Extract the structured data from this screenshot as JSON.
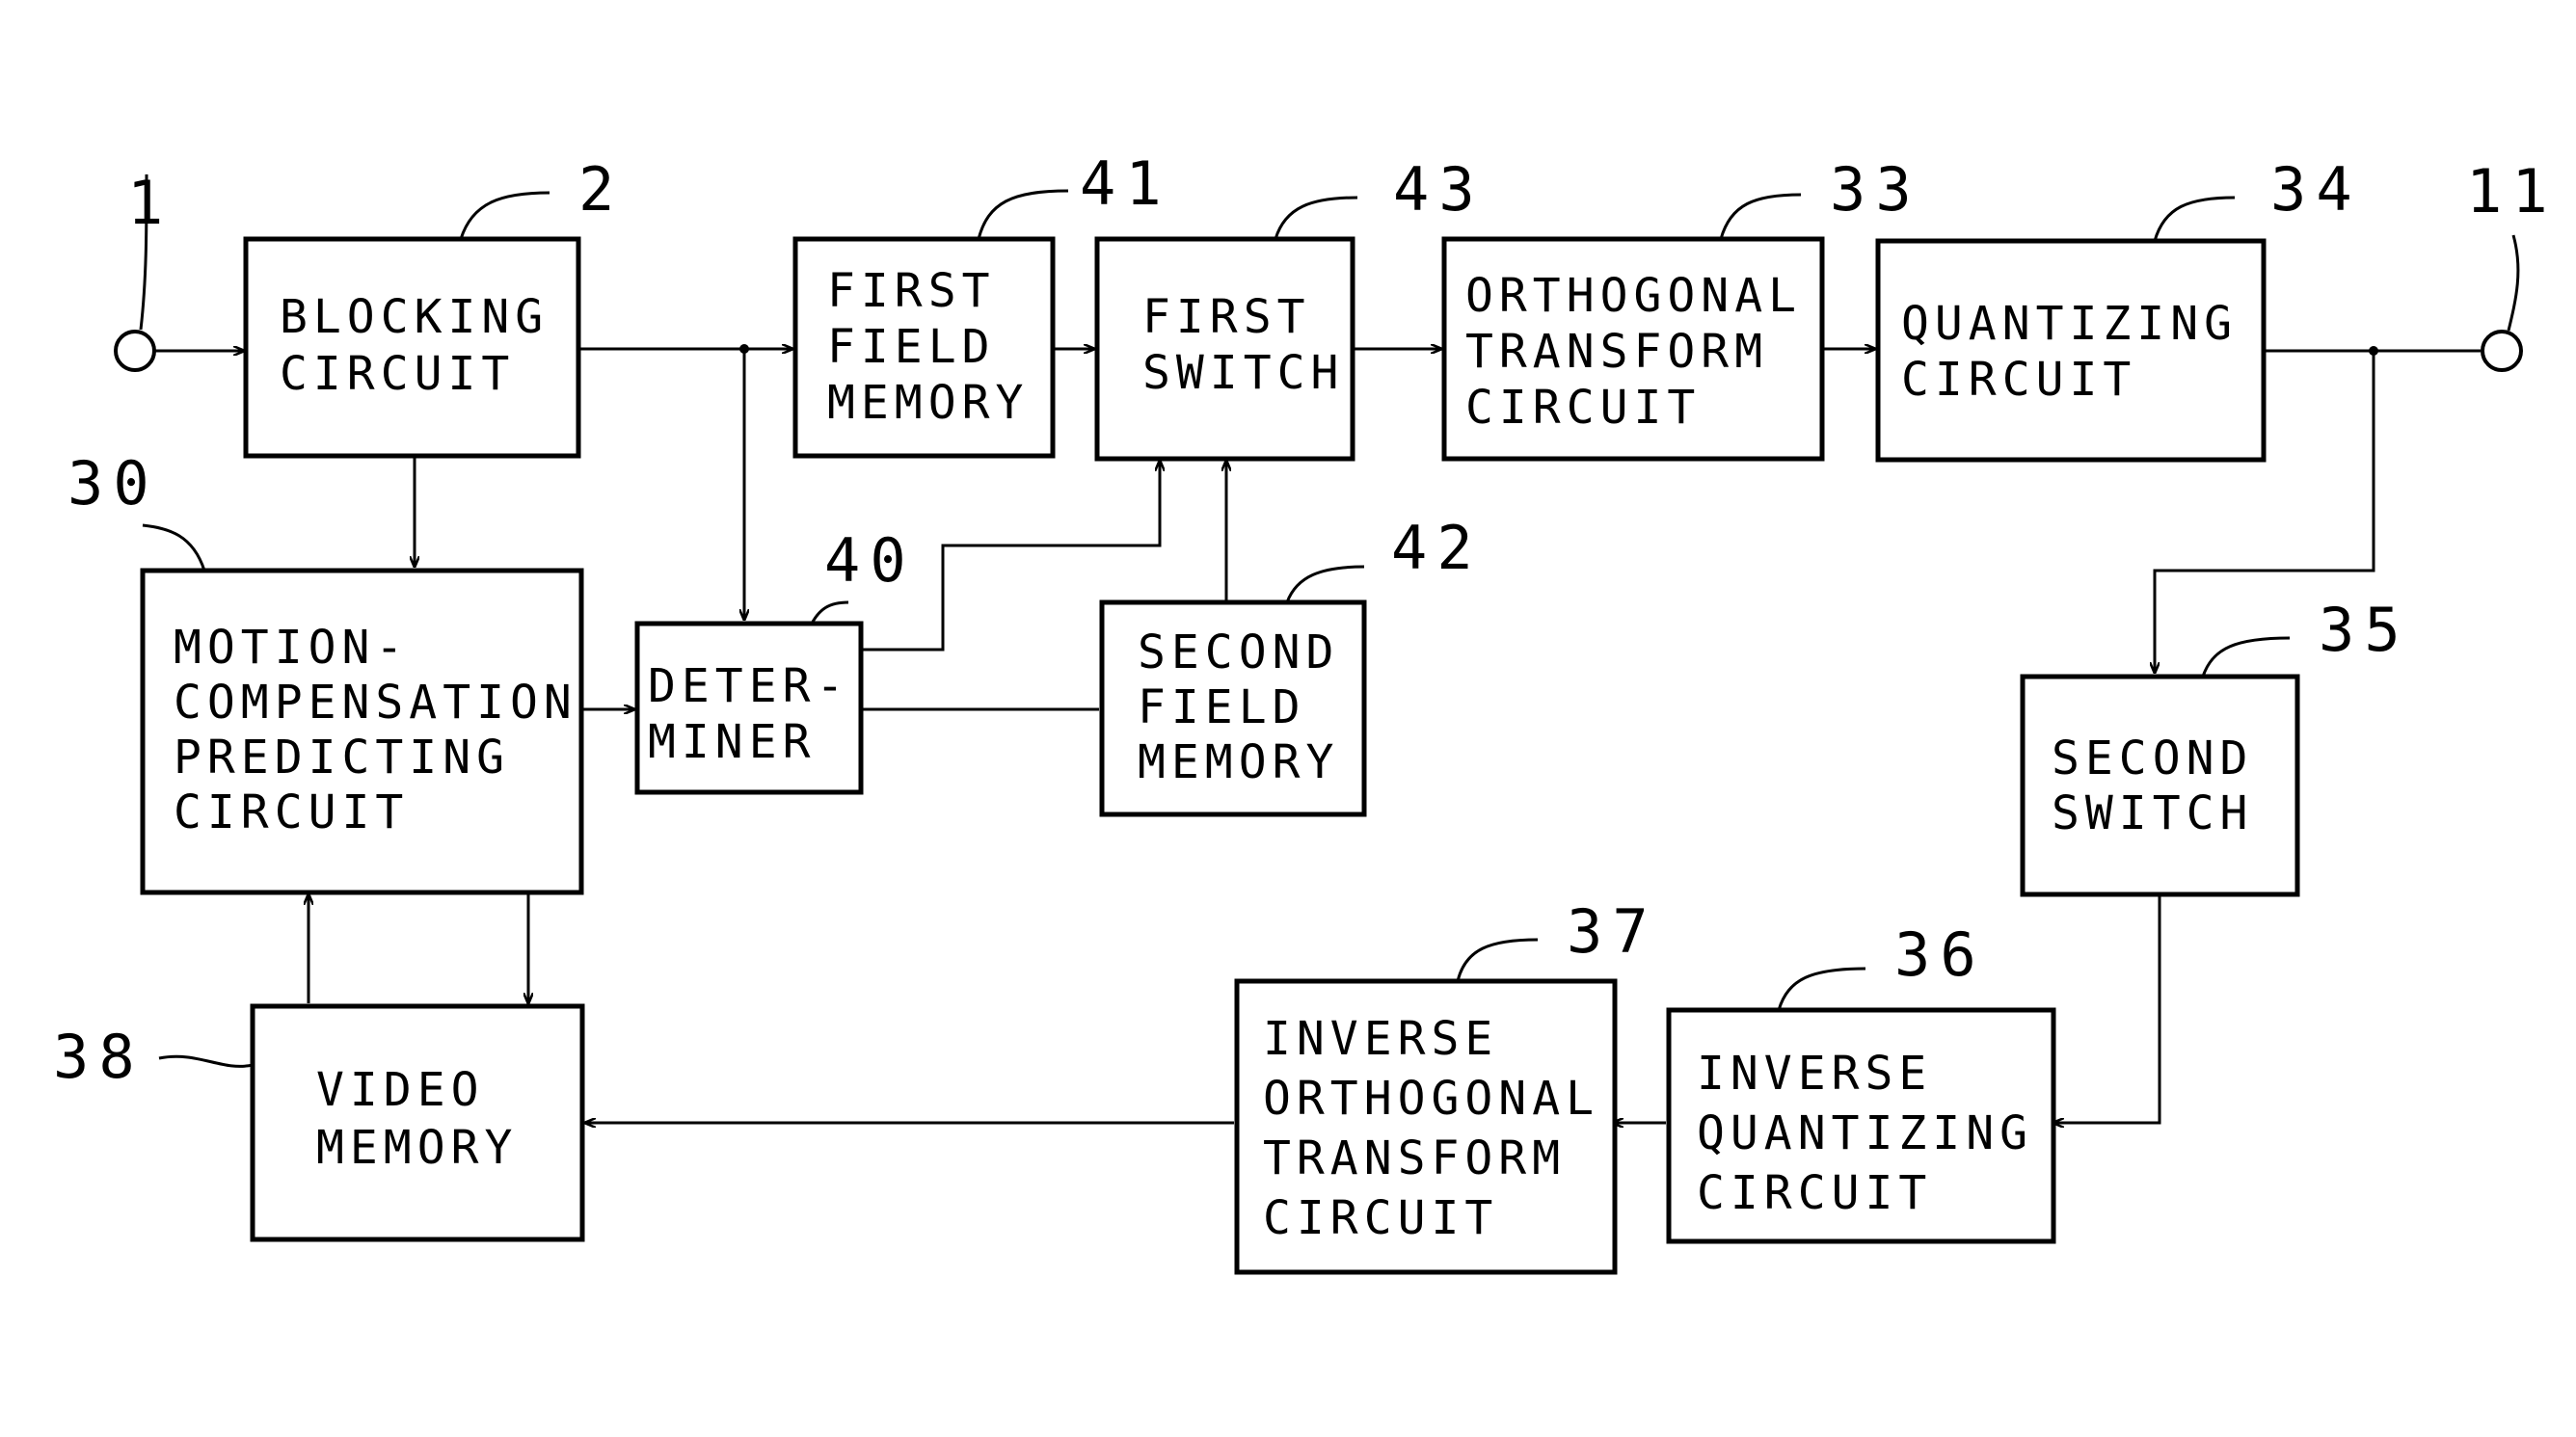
{
  "terminals": {
    "input": "1",
    "output": "11"
  },
  "blocks": {
    "blocking": {
      "ref": "2",
      "lines": [
        "BLOCKING",
        "CIRCUIT"
      ]
    },
    "first_field_memory": {
      "ref": "41",
      "lines": [
        "FIRST",
        "FIELD",
        "MEMORY"
      ]
    },
    "first_switch": {
      "ref": "43",
      "lines": [
        "FIRST",
        "SWITCH"
      ]
    },
    "orthogonal_transform": {
      "ref": "33",
      "lines": [
        "ORTHOGONAL",
        "TRANSFORM",
        "CIRCUIT"
      ]
    },
    "quantizing": {
      "ref": "34",
      "lines": [
        "QUANTIZING",
        "CIRCUIT"
      ]
    },
    "motion_compensation": {
      "ref": "30",
      "lines": [
        "MOTION-",
        "COMPENSATION",
        "PREDICTING",
        "CIRCUIT"
      ]
    },
    "determiner": {
      "ref": "40",
      "lines": [
        "DETER-",
        "MINER"
      ]
    },
    "second_field_memory": {
      "ref": "42",
      "lines": [
        "SECOND",
        "FIELD",
        "MEMORY"
      ]
    },
    "second_switch": {
      "ref": "35",
      "lines": [
        "SECOND",
        "SWITCH"
      ]
    },
    "video_memory": {
      "ref": "38",
      "lines": [
        "VIDEO",
        "MEMORY"
      ]
    },
    "inverse_orthogonal": {
      "ref": "37",
      "lines": [
        "INVERSE",
        "ORTHOGONAL",
        "TRANSFORM",
        "CIRCUIT"
      ]
    },
    "inverse_quantizing": {
      "ref": "36",
      "lines": [
        "INVERSE",
        "QUANTIZING",
        "CIRCUIT"
      ]
    }
  }
}
